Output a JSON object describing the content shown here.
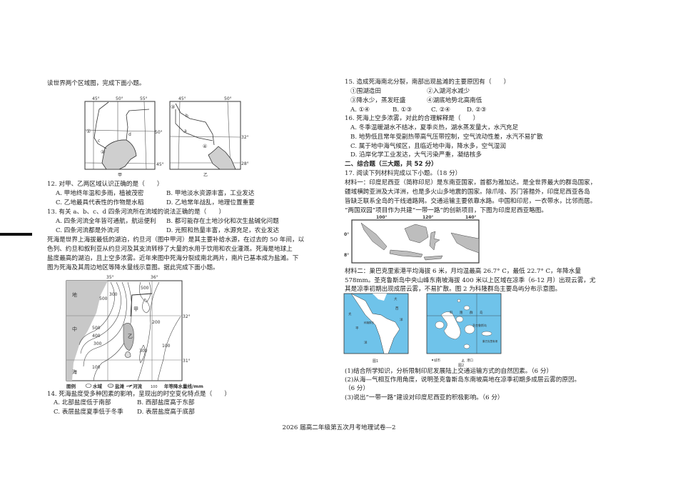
{
  "left": {
    "intro": "读世界两个区域图，完成下面小题。",
    "map1": {
      "lon": [
        "45°",
        "50°",
        "55°"
      ],
      "lat": [
        "50°",
        "45°"
      ],
      "markers": [
        "①",
        "②",
        "c",
        "d"
      ],
      "caption": "甲"
    },
    "map2": {
      "lon": [
        "45°",
        "50°"
      ],
      "lat": [
        "32°",
        "28°"
      ],
      "markers": [
        "③",
        "④",
        "a",
        "b"
      ],
      "caption": "乙"
    },
    "q12": {
      "stem": "12. 对甲、乙两区域认识正确的是（　　）",
      "A": "A. 甲地终年温和多雨，植被茂密",
      "B": "B. 甲地淡水资源丰富，工业发达",
      "C": "C. 乙地最具代表性的作物是水稻",
      "D": "D. 乙地常年战乱，地理位置重要"
    },
    "q13": {
      "stem": "13. 有关 a、b、c、d 四条河流所在流域的说法正确的是（　　）",
      "A": "A. 四条河流全年皆可通航，航运便利",
      "B": "B. 都可能存在土地沙化和次生盐碱化问题",
      "C": "C. 四条河流都是外流河",
      "D": "D. 光照和热量丰富，水源充足，农业发达"
    },
    "passage": [
      "死海是世界上海拔最低的湖泊，约旦河（图中甲河）是其主要补给水源，在过去的 50 年间，以",
      "色列、约旦和叙利亚从约旦河及其支流转移了大量的水用于饮用和农业灌溉。死海是地球上",
      "盐度最高的湖泊，且上空多浓雾。近年来图中死海分裂成南北两片，南片已基本成为盐滩。下",
      "图为死海及其周边地区等降水量线示意图。据此完成下面小题。"
    ],
    "map3": {
      "lon": [
        "35°",
        "36°"
      ],
      "lat": [
        "32°",
        "31°"
      ],
      "sea": [
        "地",
        "中",
        "海"
      ],
      "isolines": [
        "500",
        "300",
        "500",
        "500",
        "400",
        "300",
        "200",
        "300",
        "100",
        "100"
      ],
      "labels": {
        "river": "甲",
        "lake": "乙"
      },
      "legend": {
        "title": "图例",
        "water": "水域",
        "salt": "盐滩",
        "river": "河流",
        "isoline": "年等降水量线/mm",
        "isoline_sample": "100"
      }
    },
    "q14": {
      "stem": "14. 死海盐度受多种因素的影响，呈现出的时空变化特点是（　　）",
      "A": "A. 北部盐度低于南部",
      "B": "B. 西部盐度高于东部",
      "C": "C. 表层盐度夏季低于冬季",
      "D": "D. 表层盐度高于底部"
    }
  },
  "right": {
    "q15": {
      "stem": "15. 造成死海南北分裂，南部出现盐滩的主要原因有（　　）",
      "i1": "①围湖造田",
      "i2": "②入湖河水减少",
      "i3": "③降水少，蒸发旺盛",
      "i4": "④湖底地势北高南低",
      "A": "A. ①④",
      "B": "B. ①③",
      "C": "C. ②④",
      "D": "D. ②③"
    },
    "q16": {
      "stem": "16. 死海上空多浓雾，对此的合理解释是（　　）",
      "A": "A. 冬季温暖湖水不结冰，夏季炎热，湖水蒸发量大，水汽充足",
      "B": "B. 地势低且常年受副热带高气压带控制，空气流动性差，水汽不易扩散",
      "C": "C. 属于地中海气候区，且临近地中海，降水多，空气湿润",
      "D": "D. 沿岸化学工业发达，大气污染严重，凝结核多"
    },
    "section": "二、综合题（三大题，共 52 分）",
    "q17": "17. 阅读下列材料完成以下小题。（18 分）",
    "m1": [
      "材料一：印度尼西亚（简称印尼）是东南亚国家，首都为雅加达。是全世界最大的群岛国家，",
      "疆域横跨亚洲及大洋洲，也是多火山多地震的国家。除爪哇、苏门答腊外，印度尼西亚各岛",
      "皆缺乏联系全岛的干线道路网。交通运输主要依靠水路。中国和印尼，一衣带水，比邻而居。",
      "“两国双园”项目作为共建“一带一路”的创新项目，下图为印度尼西亚略图。"
    ],
    "indo_map": {
      "lon": [
        "100°",
        "120°",
        "140°"
      ],
      "lat": [
        "0°",
        "8°"
      ]
    },
    "m2": [
      "材料二：巢巴克里索港平均海拔 6 米，月均温最高 26.7° C，最低 22.7° C，年降水量",
      "578mm。圣克鲁斯岛中央山峰东南坡海拔 400 米以上区域在凉季（6-12 月）出现云雾，尤",
      "其是凉季初期出现成层云雾，不易扩散。图 2 为科隆群岛主要岛屿分布示意图。"
    ],
    "fig1": {
      "caption": "图1",
      "labels": [
        "大",
        "西",
        "洋",
        "太",
        "平",
        "洋",
        "科隆群岛"
      ]
    },
    "fig2": {
      "caption": "图2",
      "labels": [
        "科",
        "隆",
        "群",
        "岛",
        "圣克鲁斯岛",
        "巢巴克里索港"
      ],
      "legend_city": "城市",
      "legend_port": "港口"
    },
    "sub1": "(1)结合所学知识，分析限制印尼发展陆上交通运输方式的自然因素。（6 分）",
    "sub2": "(2)从海—气相互作用角度，说明圣克鲁斯岛东南坡高地在凉季初期多成层云雾的原因。",
    "sub2b": "（6 分）",
    "sub3": "(3)说出“一带一路”建设对印度尼西亚的积极影响。（6 分）"
  },
  "footer": "2026 届高二年级第五次月考地理试卷—2",
  "colors": {
    "land": "#cccccc",
    "ocean": "#6fc3ea",
    "text": "#222222"
  }
}
